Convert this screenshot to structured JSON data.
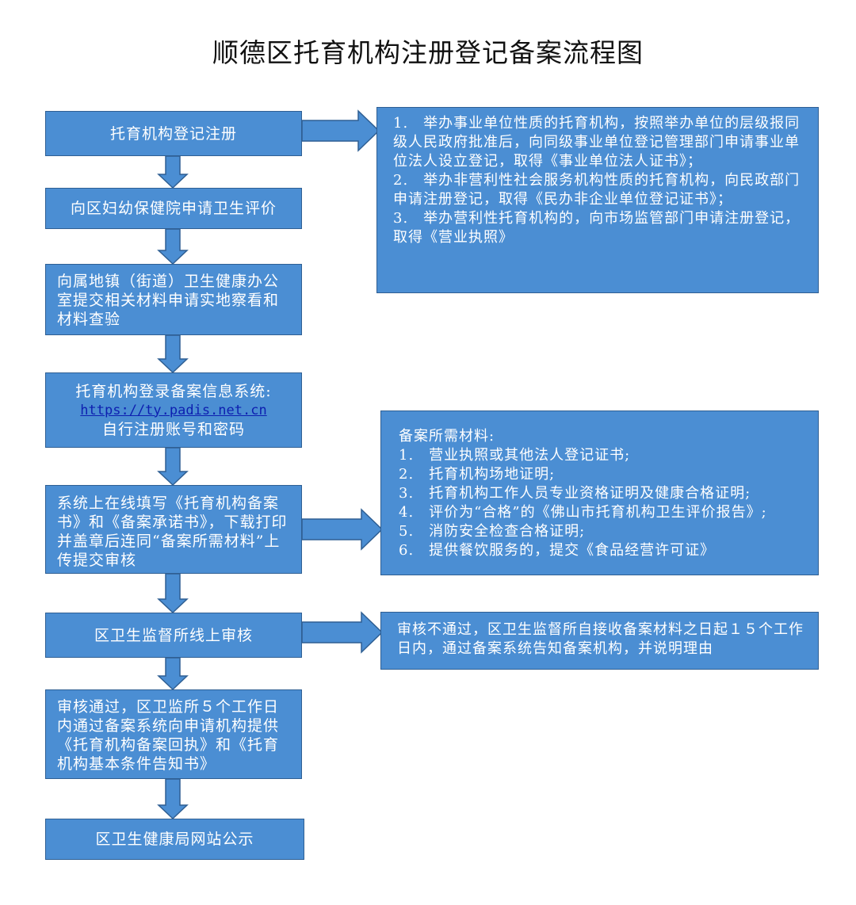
{
  "title": "顺德区托育机构注册登记备案流程图",
  "steps": [
    "托育机构登记注册",
    "向区妇幼保健院申请卫生评价",
    "向属地镇（街道）卫生健康办公室提交相关材料申请实地察看和材料查验",
    {
      "line1": "托育机构登录备案信息系统:",
      "url": "https://ty.padis.net.cn",
      "line3": "自行注册账号和密码"
    },
    "系统上在线填写《托育机构备案书》和《备案承诺书》，下载打印并盖章后连同“备案所需材料”上传提交审核",
    "区卫生监督所线上审核",
    "审核通过，区卫监所５个工作日内通过备案系统向申请机构提供《托育机构备案回执》和《托育机构基本条件告知书》",
    "区卫生健康局网站公示"
  ],
  "register_info": [
    "1.　举办事业单位性质的托育机构，按照举办单位的层级报同级人民政府批准后，向同级事业单位登记管理部门申请事业单位法人设立登记，取得《事业单位法人证书》；",
    "2.　举办非营利性社会服务机构性质的托育机构，向民政部门申请注册登记，取得《民办非企业单位登记证书》；",
    "3.　举办营利性托育机构的，向市场监管部门申请注册登记，取得《营业执照》"
  ],
  "materials": {
    "heading": "备案所需材料:",
    "items": [
      "1.　营业执照或其他法人登记证书;",
      "2.　托育机构场地证明;",
      "3.　托育机构工作人员专业资格证明及健康合格证明;",
      "4.　评价为“合格”的《佛山市托育机构卫生评价报告》;",
      "5.　消防安全检查合格证明;",
      "6.　提供餐饮服务的，提交《食品经营许可证》"
    ]
  },
  "review_fail": "审核不通过，区卫生监督所自接收备案材料之日起１５个工作日内，通过备案系统告知备案机构，并说明理由",
  "colors": {
    "box_fill": "#4b8ed3",
    "box_border": "#2f5f93",
    "link": "#0d1fb0"
  }
}
